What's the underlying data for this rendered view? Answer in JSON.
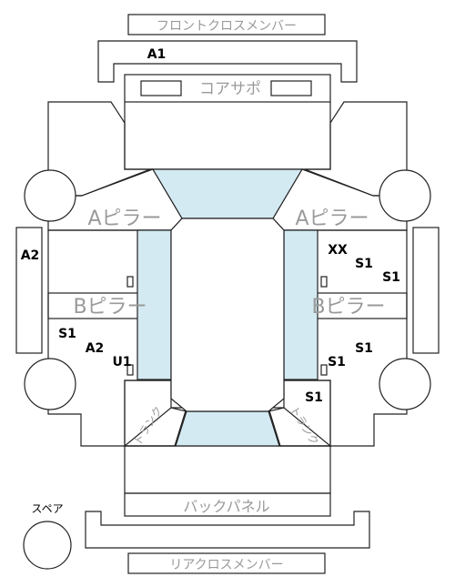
{
  "labels": {
    "front_cross_member": "フロントクロスメンバー",
    "core_support": "コアサポ",
    "a_pillar_left": "Aピラー",
    "a_pillar_right": "Aピラー",
    "b_pillar_left": "Bピラー",
    "b_pillar_right": "Bピラー",
    "back_panel": "バックパネル",
    "rear_cross_member": "リアクロスメンバー",
    "spare": "スペア",
    "trunk_left": "トランク",
    "trunk_right": "トランク"
  },
  "codes": {
    "front_cross_member": "A1",
    "left_side_outer": "A2",
    "right_front_xx": "XX",
    "right_front_s1_a": "S1",
    "right_front_s1_b": "S1",
    "left_rear_s1": "S1",
    "left_rear_a2": "A2",
    "left_rear_u1": "U1",
    "right_rear_s1_a": "S1",
    "right_rear_s1_b": "S1",
    "right_rear_s1_c": "S1"
  },
  "colors": {
    "glass": "#d4eaf3",
    "line": "#222222",
    "label_gray": "#9a9a9a"
  }
}
